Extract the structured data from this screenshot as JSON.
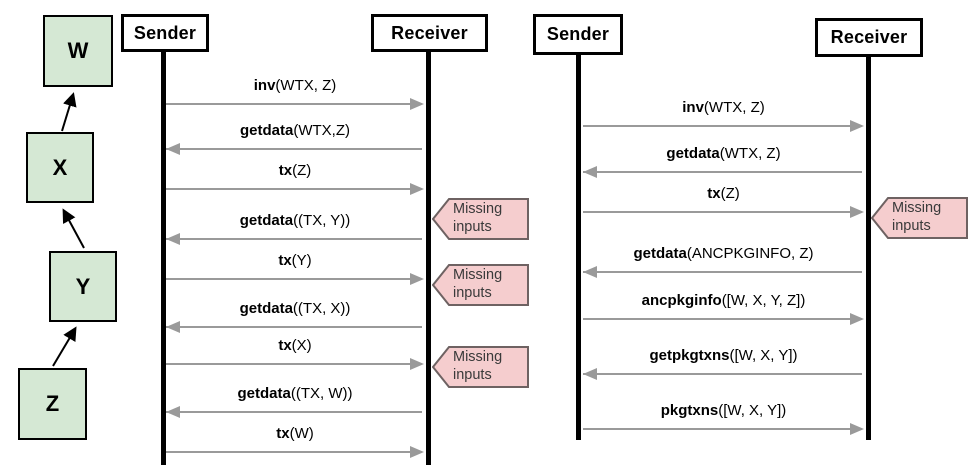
{
  "colors": {
    "node_fill": "#d5e8d4",
    "node_border": "#000000",
    "lifeline": "#000000",
    "message_arrow": "#9a9a9a",
    "callout_fill": "#f5cdce",
    "callout_border": "#6e6262"
  },
  "tx_graph": {
    "nodes": [
      {
        "label": "W"
      },
      {
        "label": "X"
      },
      {
        "label": "Y"
      },
      {
        "label": "Z"
      }
    ]
  },
  "diagram1": {
    "sender_label": "Sender",
    "receiver_label": "Receiver",
    "messages": [
      {
        "cmd": "inv",
        "args": "(WTX, Z)",
        "dir": "right"
      },
      {
        "cmd": "getdata",
        "args": "(WTX,Z)",
        "dir": "left"
      },
      {
        "cmd": "tx",
        "args": "(Z)",
        "dir": "right"
      },
      {
        "cmd": "getdata",
        "args": "((TX, Y))",
        "dir": "left"
      },
      {
        "cmd": "tx",
        "args": "(Y)",
        "dir": "right"
      },
      {
        "cmd": "getdata",
        "args": "((TX, X))",
        "dir": "left"
      },
      {
        "cmd": "tx",
        "args": "(X)",
        "dir": "right"
      },
      {
        "cmd": "getdata",
        "args": "((TX, W))",
        "dir": "left"
      },
      {
        "cmd": "tx",
        "args": "(W)",
        "dir": "right"
      }
    ],
    "callouts": [
      {
        "text": "Missing inputs"
      },
      {
        "text": "Missing inputs"
      },
      {
        "text": "Missing inputs"
      }
    ]
  },
  "diagram2": {
    "sender_label": "Sender",
    "receiver_label": "Receiver",
    "messages": [
      {
        "cmd": "inv",
        "args": "(WTX, Z)",
        "dir": "right"
      },
      {
        "cmd": "getdata",
        "args": "(WTX, Z)",
        "dir": "left"
      },
      {
        "cmd": "tx",
        "args": "(Z)",
        "dir": "right"
      },
      {
        "cmd": "getdata",
        "args": "(ANCPKGINFO, Z)",
        "dir": "left"
      },
      {
        "cmd": "ancpkginfo",
        "args": "([W, X, Y, Z])",
        "dir": "right"
      },
      {
        "cmd": "getpkgtxns",
        "args": "([W, X, Y])",
        "dir": "left"
      },
      {
        "cmd": "pkgtxns",
        "args": "([W, X, Y])",
        "dir": "right"
      }
    ],
    "callouts": [
      {
        "text": "Missing inputs"
      }
    ]
  }
}
